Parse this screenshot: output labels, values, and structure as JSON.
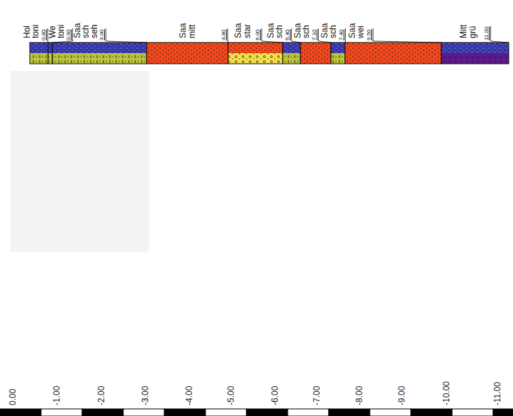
{
  "diagram": {
    "labels": [
      "Hol",
      "toni",
      "0.80",
      "We",
      "toni",
      "0.90",
      "Saa",
      "sch",
      "seh",
      "3.00",
      "Saa",
      "mitt",
      "4.80",
      "Saa",
      "star",
      "6.00",
      "Saa",
      "sch",
      "6.40",
      "Saa",
      "sch",
      "7.10",
      "Saa",
      "sch",
      "7.40",
      "Saa",
      "wei",
      "9.50",
      "Mitt",
      "grü",
      "11.00",
      "0.00",
      "-1.00",
      "-2.00",
      "-3.00",
      "-4.00",
      "-5.00",
      "-6.00",
      "-7.00",
      "-8.00",
      "-9.00",
      "-10.00",
      "-11.00"
    ]
  }
}
